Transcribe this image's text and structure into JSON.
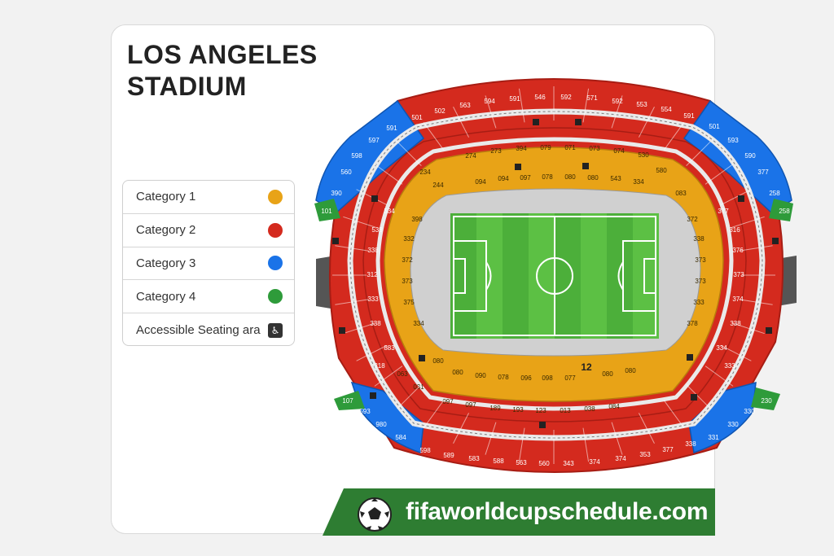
{
  "title_line1": "LOS ANGELES",
  "title_line2": "STADIUM",
  "legend": [
    {
      "label": "Category 1",
      "color": "#e8a317",
      "icon": "category-1-dot"
    },
    {
      "label": "Category 2",
      "color": "#d42a1e",
      "icon": "category-2-dot"
    },
    {
      "label": "Category 3",
      "color": "#1a73e8",
      "icon": "category-3-dot"
    },
    {
      "label": "Category 4",
      "color": "#2e9b3a",
      "icon": "category-4-dot"
    },
    {
      "label": "Accessible Seating ara",
      "icon": "wheelchair-icon"
    }
  ],
  "colors": {
    "cat1": "#e8a317",
    "cat2": "#d42a1e",
    "cat3": "#1a73e8",
    "cat4": "#2e9b3a",
    "pitch": "#4caf3a",
    "pitch_stripe": "#5cc044",
    "banner": "#2e7d32"
  },
  "sections": {
    "top_red": [
      "501",
      "502",
      "563",
      "594",
      "591",
      "546",
      "592",
      "571",
      "592",
      "553",
      "554",
      "591"
    ],
    "top_blue_left": [
      "591",
      "597",
      "598",
      "560",
      "390"
    ],
    "top_blue_right": [
      "501",
      "593",
      "590",
      "377",
      "258"
    ],
    "green_tl": "101",
    "green_tr": "258",
    "green_bl": "107",
    "green_br": "230",
    "upper_ring_top": [
      "274",
      "273",
      "394",
      "079",
      "071",
      "073",
      "074",
      "530",
      "580"
    ],
    "lower_ring_top": [
      "234",
      "244",
      "094",
      "094",
      "097",
      "078",
      "080",
      "080",
      "543",
      "334",
      "083"
    ],
    "left_red": [
      "534",
      "538",
      "338",
      "312",
      "333",
      "338",
      "883",
      "318"
    ],
    "right_red": [
      "377",
      "316",
      "376",
      "373",
      "374",
      "338",
      "334",
      "333"
    ],
    "left_orange": [
      "398",
      "332",
      "372",
      "373",
      "375",
      "334"
    ],
    "right_orange": [
      "372",
      "338",
      "373",
      "373",
      "333",
      "378"
    ],
    "bottom_orange_upper": [
      "080",
      "080",
      "090",
      "078",
      "096",
      "098",
      "077",
      "080",
      "080"
    ],
    "bottom_orange_lower": [
      "063",
      "031",
      "097",
      "097",
      "189",
      "193",
      "123",
      "013",
      "038",
      "084"
    ],
    "bottom_red": [
      "598",
      "589",
      "583",
      "588",
      "563",
      "560",
      "343",
      "374",
      "374",
      "353",
      "377",
      "338"
    ],
    "bottom_blue_left": [
      "593",
      "980",
      "584"
    ],
    "bottom_blue_right": [
      "330",
      "330",
      "331"
    ],
    "gate_label": "12"
  },
  "banner_text": "fifaworldcupschedule.com"
}
